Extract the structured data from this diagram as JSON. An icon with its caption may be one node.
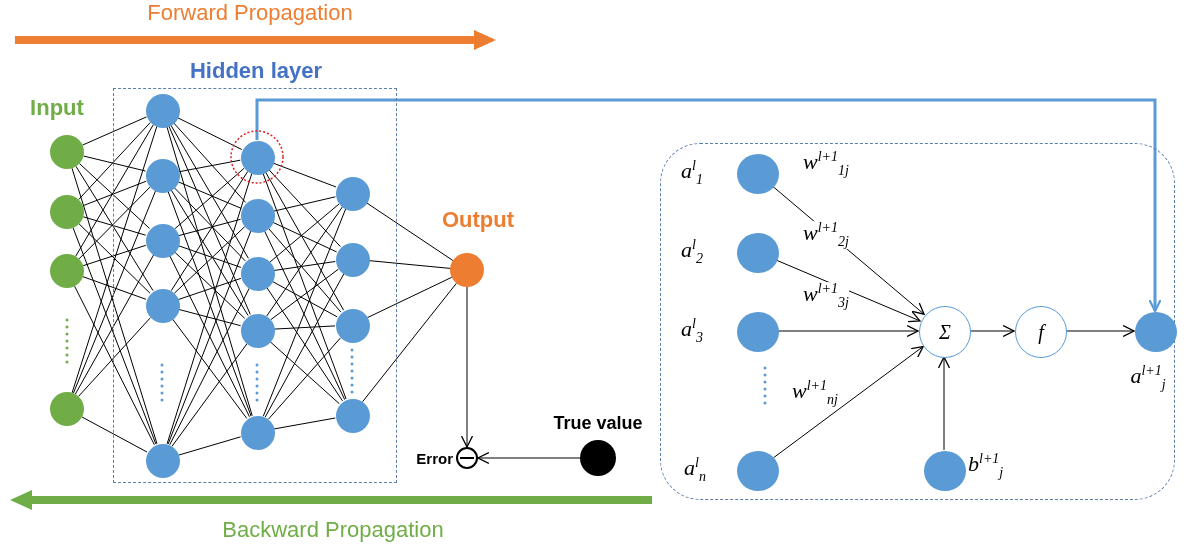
{
  "diagram": {
    "nodes": [
      {
        "text": [
          "Hidden layer"
        ]
      },
      {
        "text": [],
        "shape": "circle"
      },
      {
        "text": [],
        "shape": "circle"
      },
      {
        "text": [],
        "shape": "circle"
      },
      {
        "text": [],
        "shape": "circle"
      },
      {
        "text": [],
        "shape": "circle",
        "in": 0
      },
      {
        "text": [],
        "shape": "circle",
        "in": 0
      },
      {
        "text": [],
        "shape": "circle",
        "in": 0
      },
      {
        "text": [],
        "shape": "circle",
        "in": 0
      },
      {
        "text": [],
        "shape": "circle",
        "in": 0
      },
      {
        "text": [],
        "shape": "circle",
        "in": 0
      },
      {
        "text": [],
        "shape": "circle",
        "in": 0
      },
      {
        "text": [],
        "shape": "circle",
        "in": 0
      },
      {
        "text": [],
        "shape": "circle",
        "in": 0
      },
      {
        "text": [],
        "shape": "circle",
        "in": 0
      },
      {
        "text": [],
        "shape": "circle",
        "in": 0
      },
      {
        "text": [],
        "shape": "circle",
        "in": 0
      },
      {
        "text": [],
        "shape": "circle",
        "in": 0
      },
      {
        "text": [],
        "shape": "circle",
        "in": 0
      },
      {
        "text": [],
        "shape": "circle",
        "beside": [
          "Output"
        ]
      },
      {
        "text": [],
        "shape": "circle",
        "beside": [
          "Error"
        ]
      },
      {
        "text": [],
        "shape": "circle",
        "beside": [
          "True value"
        ]
      },
      {
        "text": [],
        "shape": "box"
      },
      {
        "text": [],
        "shape": "circle",
        "in": 22,
        "beside": [
          "a$^{l}$$_{1}$"
        ]
      },
      {
        "text": [],
        "shape": "circle",
        "in": 22,
        "beside": [
          "a$^{l}$$_{2}$"
        ]
      },
      {
        "text": [],
        "shape": "circle",
        "in": 22,
        "beside": [
          "a$^{l}$$_{3}$"
        ]
      },
      {
        "text": [],
        "shape": "circle",
        "in": 22,
        "beside": [
          "a$^{l}$$_{n}$"
        ]
      },
      {
        "text": [
          "Σ"
        ],
        "in": 22
      },
      {
        "text": [
          "f"
        ],
        "in": 22
      },
      {
        "text": [],
        "shape": "circle",
        "in": 22,
        "beside": [
          "b$^{l+1}$$_{j}$"
        ]
      },
      {
        "text": [],
        "shape": "circle",
        "in": 22,
        "beside": [
          "a$^{l+1}$$_{j}$"
        ]
      }
    ],
    "edges": [
      {
        "from": 1,
        "to": 5,
        "arrow": "none"
      },
      {
        "from": 1,
        "to": 6,
        "arrow": "none"
      },
      {
        "from": 1,
        "to": 7,
        "arrow": "none"
      },
      {
        "from": 1,
        "to": 8,
        "arrow": "none"
      },
      {
        "from": 1,
        "to": 9,
        "arrow": "none"
      },
      {
        "from": 2,
        "to": 5,
        "arrow": "none"
      },
      {
        "from": 2,
        "to": 6,
        "arrow": "none"
      },
      {
        "from": 2,
        "to": 7,
        "arrow": "none"
      },
      {
        "from": 2,
        "to": 8,
        "arrow": "none"
      },
      {
        "from": 2,
        "to": 9,
        "arrow": "none"
      },
      {
        "from": 3,
        "to": 5,
        "arrow": "none"
      },
      {
        "from": 3,
        "to": 6,
        "arrow": "none"
      },
      {
        "from": 3,
        "to": 7,
        "arrow": "none"
      },
      {
        "from": 3,
        "to": 8,
        "arrow": "none"
      },
      {
        "from": 3,
        "to": 9,
        "arrow": "none"
      },
      {
        "from": 4,
        "to": 5,
        "arrow": "none"
      },
      {
        "from": 4,
        "to": 6,
        "arrow": "none"
      },
      {
        "from": 4,
        "to": 7,
        "arrow": "none"
      },
      {
        "from": 4,
        "to": 8,
        "arrow": "none"
      },
      {
        "from": 4,
        "to": 9,
        "arrow": "none"
      },
      {
        "from": 5,
        "to": 10,
        "arrow": "none"
      },
      {
        "from": 5,
        "to": 11,
        "arrow": "none"
      },
      {
        "from": 5,
        "to": 12,
        "arrow": "none"
      },
      {
        "from": 5,
        "to": 13,
        "arrow": "none"
      },
      {
        "from": 5,
        "to": 14,
        "arrow": "none"
      },
      {
        "from": 6,
        "to": 10,
        "arrow": "none"
      },
      {
        "from": 6,
        "to": 11,
        "arrow": "none"
      },
      {
        "from": 6,
        "to": 12,
        "arrow": "none"
      },
      {
        "from": 6,
        "to": 13,
        "arrow": "none"
      },
      {
        "from": 6,
        "to": 14,
        "arrow": "none"
      },
      {
        "from": 7,
        "to": 10,
        "arrow": "none"
      },
      {
        "from": 7,
        "to": 11,
        "arrow": "none"
      },
      {
        "from": 7,
        "to": 12,
        "arrow": "none"
      },
      {
        "from": 7,
        "to": 13,
        "arrow": "none"
      },
      {
        "from": 7,
        "to": 14,
        "arrow": "none"
      },
      {
        "from": 8,
        "to": 10,
        "arrow": "none"
      },
      {
        "from": 8,
        "to": 11,
        "arrow": "none"
      },
      {
        "from": 8,
        "to": 12,
        "arrow": "none"
      },
      {
        "from": 8,
        "to": 13,
        "arrow": "none"
      },
      {
        "from": 8,
        "to": 14,
        "arrow": "none"
      },
      {
        "from": 9,
        "to": 10,
        "arrow": "none"
      },
      {
        "from": 9,
        "to": 11,
        "arrow": "none"
      },
      {
        "from": 9,
        "to": 12,
        "arrow": "none"
      },
      {
        "from": 9,
        "to": 13,
        "arrow": "none"
      },
      {
        "from": 9,
        "to": 14,
        "arrow": "none"
      },
      {
        "from": 10,
        "to": 15,
        "arrow": "none"
      },
      {
        "from": 10,
        "to": 16,
        "arrow": "none"
      },
      {
        "from": 10,
        "to": 17,
        "arrow": "none"
      },
      {
        "from": 10,
        "to": 18,
        "arrow": "none"
      },
      {
        "from": 11,
        "to": 15,
        "arrow": "none"
      },
      {
        "from": 11,
        "to": 16,
        "arrow": "none"
      },
      {
        "from": 11,
        "to": 17,
        "arrow": "none"
      },
      {
        "from": 11,
        "to": 18,
        "arrow": "none"
      },
      {
        "from": 12,
        "to": 15,
        "arrow": "none"
      },
      {
        "from": 12,
        "to": 16,
        "arrow": "none"
      },
      {
        "from": 12,
        "to": 17,
        "arrow": "none"
      },
      {
        "from": 12,
        "to": 18,
        "arrow": "none"
      },
      {
        "from": 13,
        "to": 15,
        "arrow": "none"
      },
      {
        "from": 13,
        "to": 16,
        "arrow": "none"
      },
      {
        "from": 13,
        "to": 17,
        "arrow": "none"
      },
      {
        "from": 13,
        "to": 18,
        "arrow": "none"
      },
      {
        "from": 14,
        "to": 15,
        "arrow": "none"
      },
      {
        "from": 14,
        "to": 16,
        "arrow": "none"
      },
      {
        "from": 14,
        "to": 17,
        "arrow": "none"
      },
      {
        "from": 14,
        "to": 18,
        "arrow": "none"
      },
      {
        "from": 15,
        "to": 19,
        "arrow": "none"
      },
      {
        "from": 16,
        "to": 19,
        "arrow": "none"
      },
      {
        "from": 17,
        "to": 19,
        "arrow": "none"
      },
      {
        "from": 18,
        "to": 19,
        "arrow": "none"
      },
      {
        "from": 19,
        "to": 20,
        "arrow": "to"
      },
      {
        "from": 21,
        "to": 20,
        "arrow": "to"
      },
      {
        "from": 23,
        "to": 27,
        "arrow": "to",
        "label": "w$^{l+1}$$_{1j}$"
      },
      {
        "from": 24,
        "to": 27,
        "arrow": "to",
        "label": "w$^{l+1}$$_{2j}$"
      },
      {
        "from": 25,
        "to": 27,
        "arrow": "to",
        "label": "w$^{l+1}$$_{3j}$"
      },
      {
        "from": 26,
        "to": 27,
        "arrow": "to",
        "label": "w$^{l+1}$$_{nj}$"
      },
      {
        "from": 29,
        "to": 27,
        "arrow": "to"
      },
      {
        "from": 27,
        "to": 28,
        "arrow": "to"
      },
      {
        "from": 28,
        "to": 30,
        "arrow": "to"
      },
      {
        "from": 10,
        "to": 30,
        "arrow": "to",
        "style": "thick",
        "color": "#5b9bd5"
      }
    ],
    "labels": [
      "Forward Propagation",
      "Input",
      "Backward Propagation"
    ]
  }
}
